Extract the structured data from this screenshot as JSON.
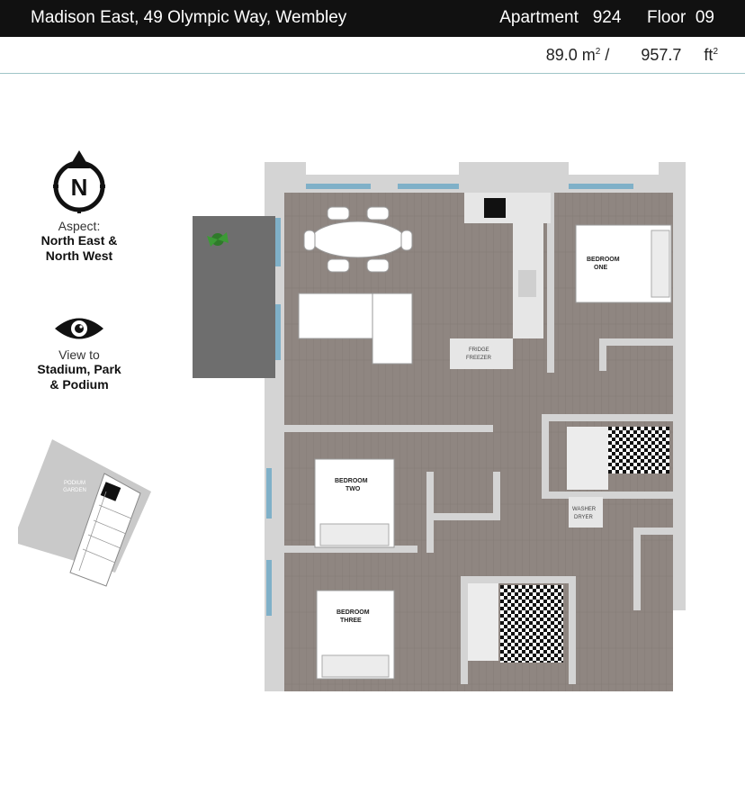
{
  "header": {
    "address": "Madison East, 49 Olympic Way, Wembley",
    "apartment_label": "Apartment",
    "apartment_number": "924",
    "floor_label": "Floor",
    "floor_number": "09"
  },
  "area": {
    "sqm": "89.0",
    "sqm_unit": "m",
    "separator": "/",
    "sqft": "957.7",
    "sqft_unit": "ft",
    "superscript": "2"
  },
  "compass": {
    "letter": "N",
    "icon": "compass-north-icon"
  },
  "aspect": {
    "label": "Aspect:",
    "line1": "North East &",
    "line2": "North West"
  },
  "view": {
    "label": "View to",
    "line1": "Stadium, Park",
    "line2": "& Podium",
    "icon": "eye-icon"
  },
  "keyplan": {
    "label_line1": "PODIUM",
    "label_line2": "GARDEN"
  },
  "rooms": {
    "bedroom_one_l1": "BEDROOM",
    "bedroom_one_l2": "ONE",
    "bedroom_two_l1": "BEDROOM",
    "bedroom_two_l2": "TWO",
    "bedroom_three_l1": "BEDROOM",
    "bedroom_three_l2": "THREE",
    "fridge_l1": "FRIDGE",
    "fridge_l2": "FREEZER",
    "washer_l1": "WASHER",
    "washer_l2": "DRYER"
  },
  "colors": {
    "floor": "#8f8681",
    "wall": "#d4d4d4",
    "balcony": "#6e6e6e",
    "window": "#7fb0c8",
    "header_bg": "#111111"
  }
}
